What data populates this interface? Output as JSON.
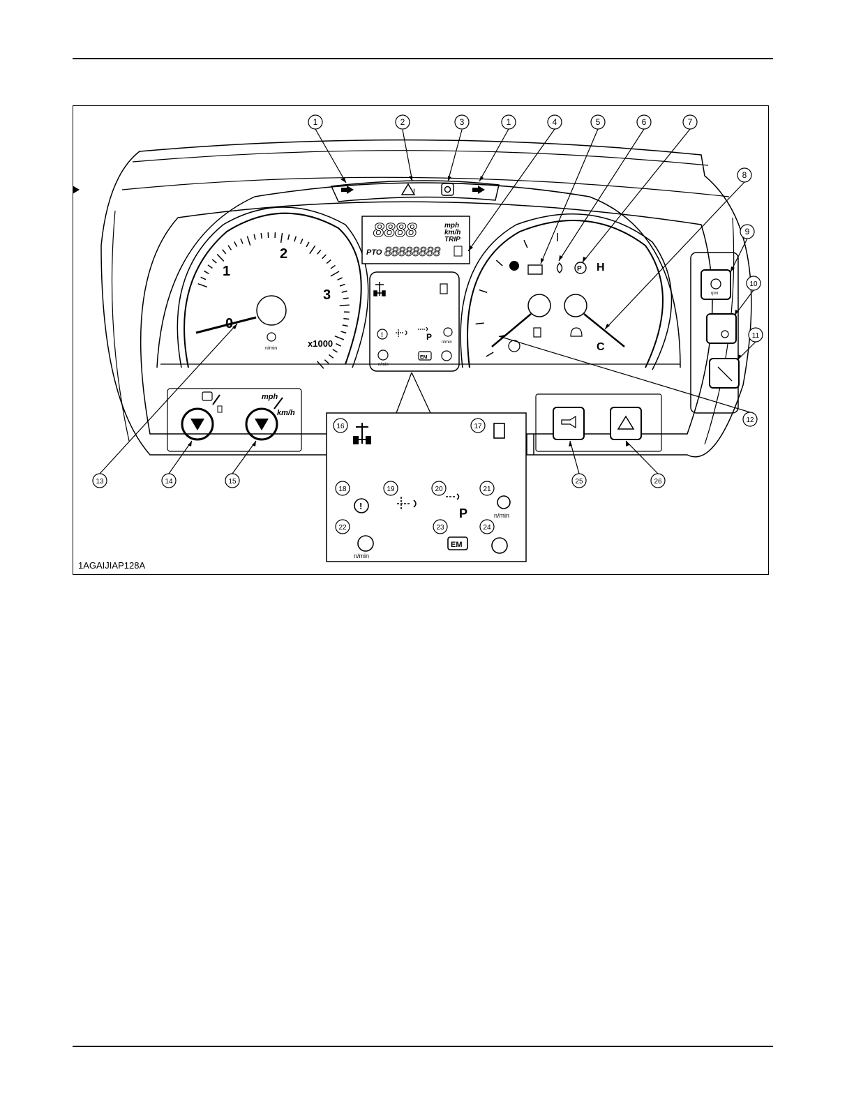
{
  "figure_id": "1AGAIJIAP128A",
  "callouts": [
    "1",
    "2",
    "3",
    "1",
    "4",
    "5",
    "6",
    "7",
    "8",
    "9",
    "10",
    "11",
    "12",
    "13",
    "14",
    "15",
    "16",
    "17",
    "18",
    "19",
    "20",
    "21",
    "22",
    "23",
    "24",
    "25",
    "26"
  ],
  "lcd": {
    "digits": "8888",
    "units": [
      "mph",
      "km/h",
      "TRIP"
    ],
    "pto_label": "PTO",
    "pto_digits": "88888888"
  },
  "tachometer": {
    "scale_labels": [
      "0",
      "1",
      "2",
      "3"
    ],
    "multiplier": "x1000",
    "unit": "n/min"
  },
  "temp_gauge": {
    "hot": "H",
    "cold": "C"
  },
  "speed_units": [
    "mph",
    "km/h"
  ],
  "icon_units": "n/min",
  "em_label": "EM",
  "park_label": "P",
  "rpm_label": "rpm",
  "icons": [
    "turn-left-icon",
    "hazard-warning-icon",
    "transmission-warning-icon",
    "turn-right-icon",
    "battery-icon",
    "oil-pressure-icon",
    "parking-brake-icon",
    "four-wheel-drive-icon",
    "fuel-low-icon",
    "engine-warning-icon",
    "dpf-regeneration-icon",
    "dpf-parked-regeneration-icon",
    "engine-speed-up-icon",
    "engine-overheat-icon",
    "engine-emission-icon",
    "glow-plug-icon",
    "horn-icon",
    "hazard-icon"
  ]
}
